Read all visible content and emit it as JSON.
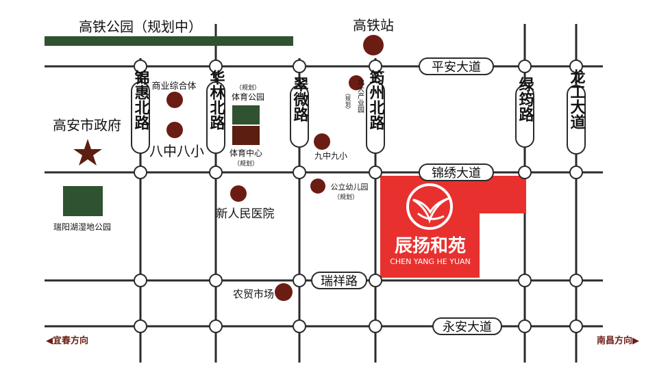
{
  "roads": {
    "pingan": "平安大道",
    "jinxiu": "锦绣大道",
    "ruixiang": "瑞祥路",
    "yongan": "永安大道",
    "jinhui": "锦惠北路",
    "hualin": "华林北路",
    "cuiwei": "翠微路",
    "yunzhou": "筠州北路",
    "lvyun": "绿筠路",
    "longgong": "龙工大道"
  },
  "labels": {
    "park_plan": "高铁公园（规划中）",
    "station": "高铁站",
    "gov": "高安市政府",
    "wetland": "瑞阳湖湿地公园",
    "commercial": "商业综合体",
    "school8": "八中八小",
    "sports_park_note": "（规划）",
    "sports_park": "体育公园",
    "sports_center": "体育中心",
    "sports_center_note": "（规划）",
    "beidou": "北大产业园",
    "beidou_note": "（规划）",
    "school9": "九中九小",
    "kindergarten": "公立幼儿园",
    "kindergarten_note": "（规划）",
    "hospital": "新人民医院",
    "market": "农贸市场",
    "dir_left": "◀宜春方向",
    "dir_right": "南昌方向▶"
  },
  "project": {
    "name_cn": "辰扬和苑",
    "name_en": "CHEN YANG HE YUAN"
  },
  "colors": {
    "project_red": "#e8312f",
    "poi_brown": "#6b1d14",
    "park_green": "#2f5231",
    "gov_star": "#5b1e10"
  },
  "icons": {
    "gov": "star-icon",
    "project_logo": "leaf-logo-icon"
  }
}
